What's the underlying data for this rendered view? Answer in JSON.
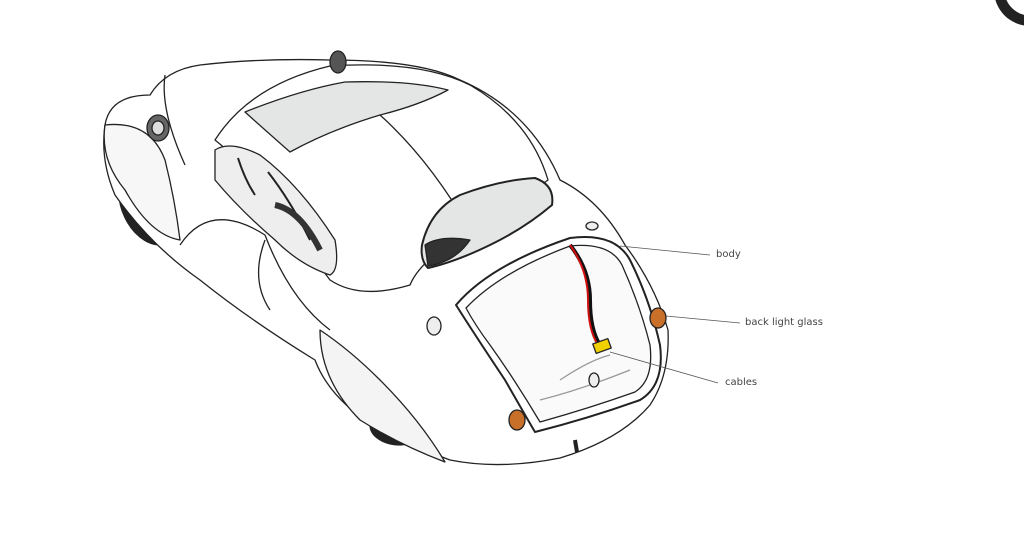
{
  "labels": {
    "body": "body",
    "back_light_glass": "back light glass",
    "cables": "cables"
  },
  "colors": {
    "outline": "#222222",
    "body_fill": "#ffffff",
    "glass": "#e4e6e6",
    "light": "#c8702a",
    "cable_red": "#d01010",
    "connector": "#f0d000"
  }
}
